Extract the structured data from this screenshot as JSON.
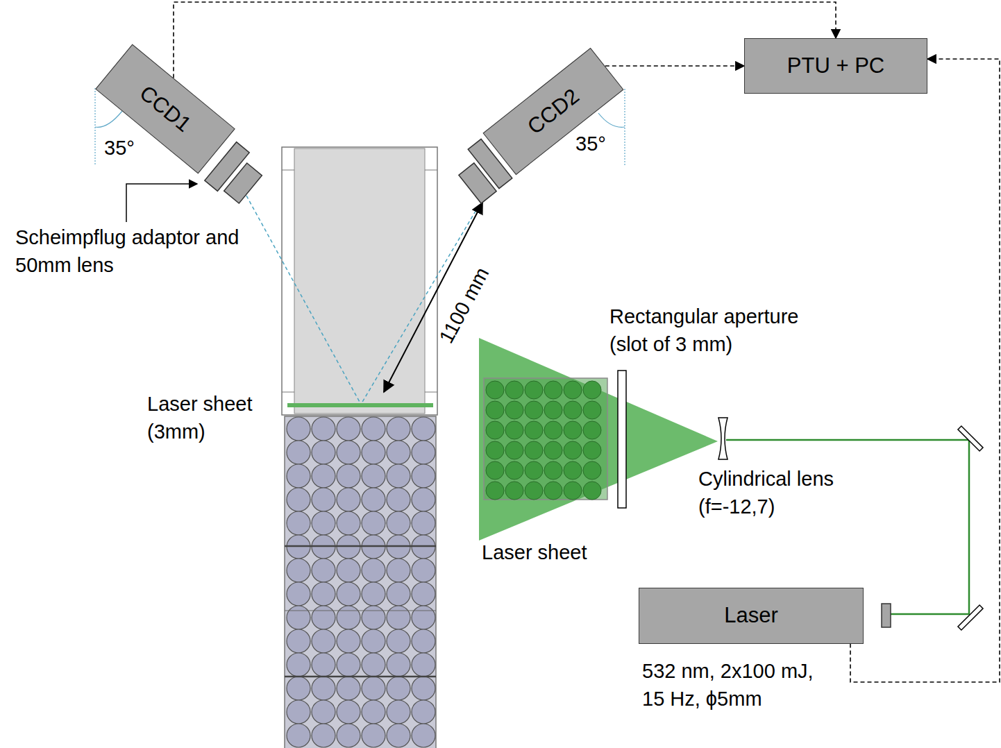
{
  "diagram": {
    "nodes": [
      {
        "text": [
          "CCD1"
        ]
      },
      {
        "text": [
          "CCD2"
        ]
      },
      {
        "text": [
          "PTU + PC"
        ]
      },
      {
        "text": [
          "Laser"
        ]
      }
    ],
    "edges": [
      {
        "from": 0,
        "to": 2,
        "arrow": "to"
      },
      {
        "from": 1,
        "to": 2,
        "arrow": "to"
      },
      {
        "from": 3,
        "to": 2,
        "arrow": "to"
      }
    ],
    "labels": [
      "Scheimpflug adaptor and 50mm lens",
      "35°",
      "35°",
      "1100 mm",
      "Laser sheet (3mm)",
      "Rectangular aperture (slot of 3 mm)",
      "Cylindrical lens (f=-12,7)",
      "Laser sheet",
      "532 nm, 2x100 mJ, 15 Hz, ϕ5mm"
    ]
  }
}
